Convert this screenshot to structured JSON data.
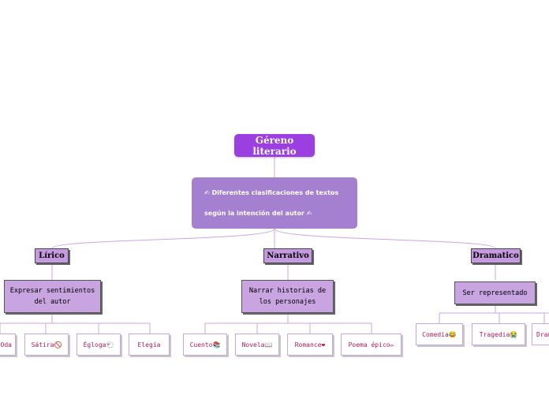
{
  "root": {
    "label": "Géreno literario"
  },
  "description": {
    "line1": "✍ Diferentes clasificaciones de textos",
    "line2": "según la intención del autor ✍"
  },
  "categories": [
    {
      "label": "Lírico",
      "purpose": "Expresar sentimientos del autor",
      "leaves": [
        "Oda",
        "Sátira🚫",
        "Égloga🐑",
        "Elegía"
      ]
    },
    {
      "label": "Narrativo",
      "purpose": "Narrar historias de los personajes",
      "leaves": [
        "Cuento📚",
        "Novela📖",
        "Romance❤",
        "Poema épico✏"
      ]
    },
    {
      "label": "Dramatico",
      "purpose": "Ser representado",
      "leaves": [
        "Comedia😂",
        "Tragedia😭",
        "Drama"
      ]
    }
  ],
  "colors": {
    "root": "#9b3fe0",
    "description": "#a57fd0",
    "category": "#c59ae0",
    "leaf_text": "#b0185a",
    "connector": "#c9a6e8"
  }
}
